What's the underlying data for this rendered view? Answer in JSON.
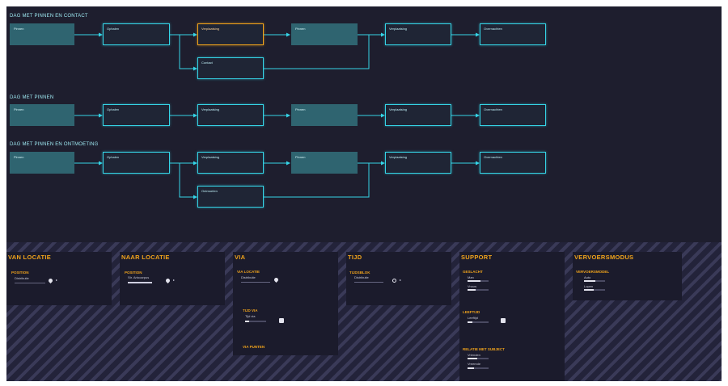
{
  "flows": [
    {
      "title": "DAG MET PINNEN EN CONTACT",
      "nodes": [
        "Pinnen",
        "Ophalen",
        "Verplaatsing",
        "Pinnen",
        "Verplaatsing",
        "Overnachten",
        "Contact"
      ]
    },
    {
      "title": "DAG MET PINNEN",
      "nodes": [
        "Pinnen",
        "Ophalen",
        "Verplaatsing",
        "Pinnen",
        "Verplaatsing",
        "Overnachten"
      ]
    },
    {
      "title": "DAG MET PINNEN EN ONTMOETING",
      "nodes": [
        "Pinnen",
        "Ophalen",
        "Verplaatsing",
        "Pinnen",
        "Verplaatsing",
        "Overnachten",
        "Ontmoeten"
      ]
    }
  ],
  "panel": {
    "van_locatie": {
      "title": "VAN LOCATIE",
      "field": "POSITION",
      "value": "Distributie",
      "icon": "pin-icon"
    },
    "naar_locatie": {
      "title": "NAAR LOCATIE",
      "field": "POSITION",
      "value": "Str. Artocarpus",
      "icon": "pin-icon"
    },
    "via": {
      "title": "VIA",
      "locatie_label": "VIA LOCATIE",
      "locatie_value": "Distributie",
      "tijd_label": "TIJD VIA",
      "tijd_value": "Tijd via",
      "punten_label": "VIA PUNTEN"
    },
    "tijd": {
      "title": "TIJD",
      "field": "TIJDSBLOK",
      "value": "Distributie",
      "icon": "clock-icon"
    },
    "support": {
      "title": "SUPPORT",
      "geslacht_label": "GESLACHT",
      "man": "Man",
      "vrouw": "Vrouw",
      "leeftijd_label": "LEEFTIJD",
      "leeftijd_value": "Leeftijd",
      "relatie_label": "RELATIE MET SUBJECT",
      "relatie_1": "Vrienden",
      "relatie_2": "Vreemde"
    },
    "vervoer": {
      "title": "VERVOERSMODUS",
      "field": "VERVOERSMODEL",
      "opt_1": "Auto",
      "opt_2": "Lopen"
    }
  },
  "colors": {
    "node_border": "#35d4e6",
    "selected_border": "#f0a31b",
    "label_accent": "#f0a31b",
    "background": "#1e1e2e"
  }
}
